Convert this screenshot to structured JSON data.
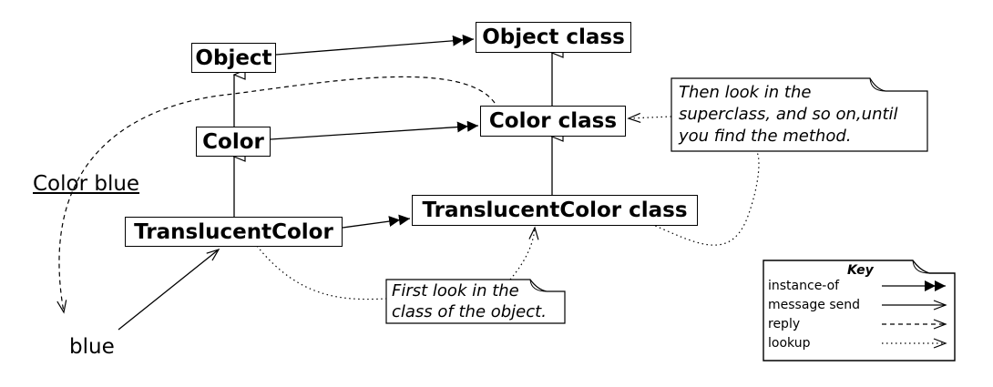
{
  "boxes": {
    "object": "Object",
    "object_class": "Object class",
    "color": "Color",
    "color_class": "Color class",
    "translucent": "TranslucentColor",
    "translucent_class": "TranslucentColor class"
  },
  "labels": {
    "color_blue": "Color blue",
    "blue": "blue"
  },
  "notes": {
    "superclass": [
      "Then look in the",
      "superclass, and so on,until",
      "you find the method."
    ],
    "first_look": [
      "First look in the",
      "class of the object."
    ]
  },
  "key": {
    "title": "Key",
    "rows": [
      "instance-of",
      "message send",
      "reply",
      "lookup"
    ]
  }
}
